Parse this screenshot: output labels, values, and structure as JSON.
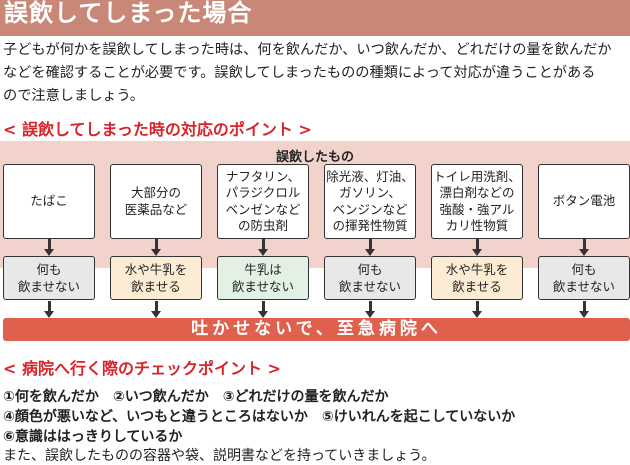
{
  "title": "誤飲してしまった場合",
  "intro": [
    "子どもが何かを誤飲してしまった時は、何を飲んだか、いつ飲んだか、どれだけの量を飲んだか",
    "などを確認することが必要です。誤飲してしまったものの種類によって対応が違うことがある",
    "ので注意しましょう。"
  ],
  "section1": "< 誤飲してしまった時の対応のポイント >",
  "band_label": "誤飲したもの",
  "items": [
    {
      "thing": [
        "たばこ"
      ],
      "action": [
        "何も",
        "飲ませない"
      ],
      "color": "#e8e8ea"
    },
    {
      "thing": [
        "大部分の",
        "医薬品など"
      ],
      "action": [
        "水や牛乳を",
        "飲ませる"
      ],
      "color": "#fdecd4"
    },
    {
      "thing": [
        "ナフタリン、",
        "パラジクロル",
        "ベンゼンなど",
        "の防虫剤"
      ],
      "action": [
        "牛乳は",
        "飲ませない"
      ],
      "color": "#e3f1e4"
    },
    {
      "thing": [
        "除光液、灯油、",
        "ガソリン、",
        "ベンジンなど",
        "の揮発性物質"
      ],
      "action": [
        "何も",
        "飲ませない"
      ],
      "color": "#e8e8ea"
    },
    {
      "thing": [
        "トイレ用洗剤、",
        "漂白剤などの",
        "強酸・強アル",
        "カリ性物質"
      ],
      "action": [
        "水や牛乳を",
        "飲ませる"
      ],
      "color": "#fdecd4"
    },
    {
      "thing": [
        "ボタン電池"
      ],
      "action": [
        "何も",
        "飲ませない"
      ],
      "color": "#e8e8ea"
    }
  ],
  "banner": "吐かせないで、至急病院へ",
  "section2": "< 病院へ行く際のチェックポイント >",
  "checks": [
    "①何を飲んだか　②いつ飲んだか　③どれだけの量を飲んだか",
    "④顔色が悪いなど、いつもと違うところはないか　⑤けいれんを起こしていないか",
    "⑥意識ははっきりしているか",
    "また、誤飲したものの容器や袋、説明書などを持っていきましょう。"
  ]
}
